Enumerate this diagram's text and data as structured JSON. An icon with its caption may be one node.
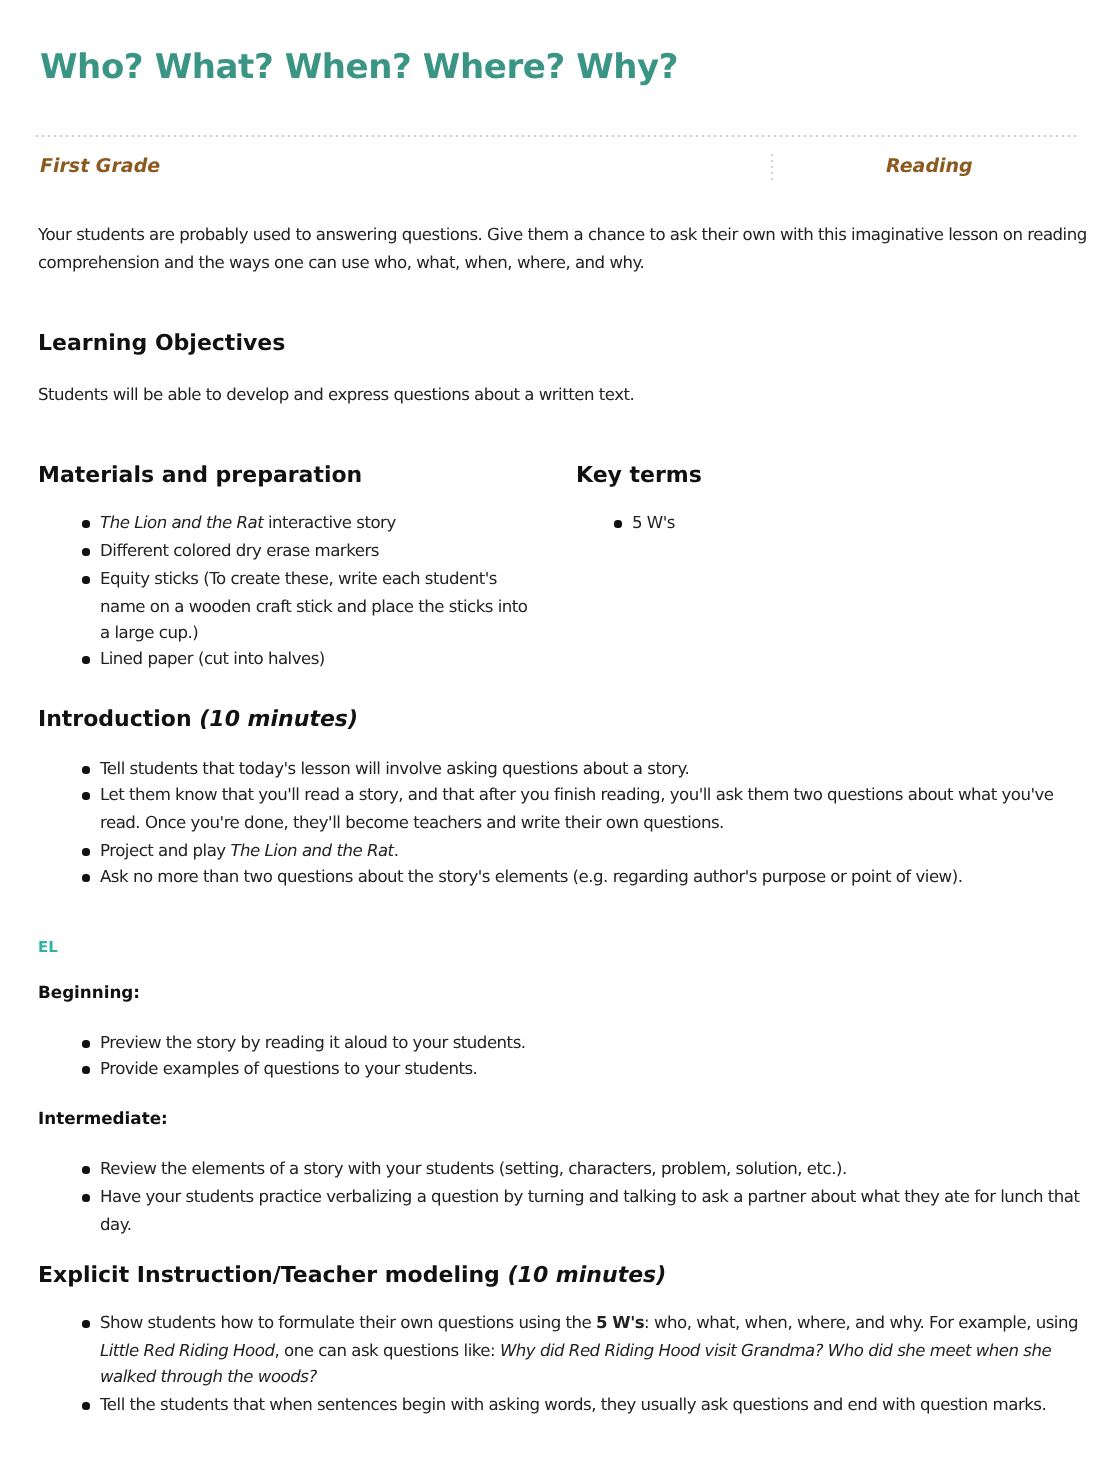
{
  "diagram": {
    "title": "Who? What? When? Where? Why?",
    "labels": [
      "First Grade",
      "Reading",
      "Your students are probably used to answering questions. Give them a chance to ask their own with this imaginative lesson on reading comprehension and the ways one can use who, what, when, where, and why.",
      "Learning Objectives",
      "Students will be able to develop and express questions about a written text.",
      "Materials and preparation",
      "Key terms",
      "*The Lion and the Rat* interactive story",
      "Different colored dry erase markers",
      "Equity sticks (To create these, write each student's name on a wooden craft stick and place the sticks into a large cup.)",
      "Lined paper (cut into halves)",
      "5 W's",
      "Introduction *(10 minutes)*",
      "Tell students that today's lesson will involve asking questions about a story.",
      "Let them know that you'll read a story, and that after you finish reading, you'll ask them two questions about what you've read. Once you're done, they'll become teachers and write their own questions.",
      "Project and play *The Lion and the Rat*.",
      "Ask no more than two questions about the story's elements (e.g. regarding author's purpose or point of view).",
      "EL",
      "Beginning:",
      "Preview the story by reading it aloud to your students.",
      "Provide examples of questions to your students.",
      "Intermediate:",
      "Review the elements of a story with your students (setting, characters, problem, solution, etc.).",
      "Have your students practice verbalizing a question by turning and talking to ask a partner about what they ate for lunch that day.",
      "Explicit Instruction/Teacher modeling *(10 minutes)*",
      "Show students how to formulate their own questions using the **5 W's**: who, what, when, where, and why. For example, using *Little Red Riding Hood*, one can ask questions like: *Why did Red Riding Hood visit Grandma? Who did she meet when she walked through the woods?*",
      "Tell the students that when sentences begin with asking words, they usually ask questions and end with question marks."
    ]
  }
}
